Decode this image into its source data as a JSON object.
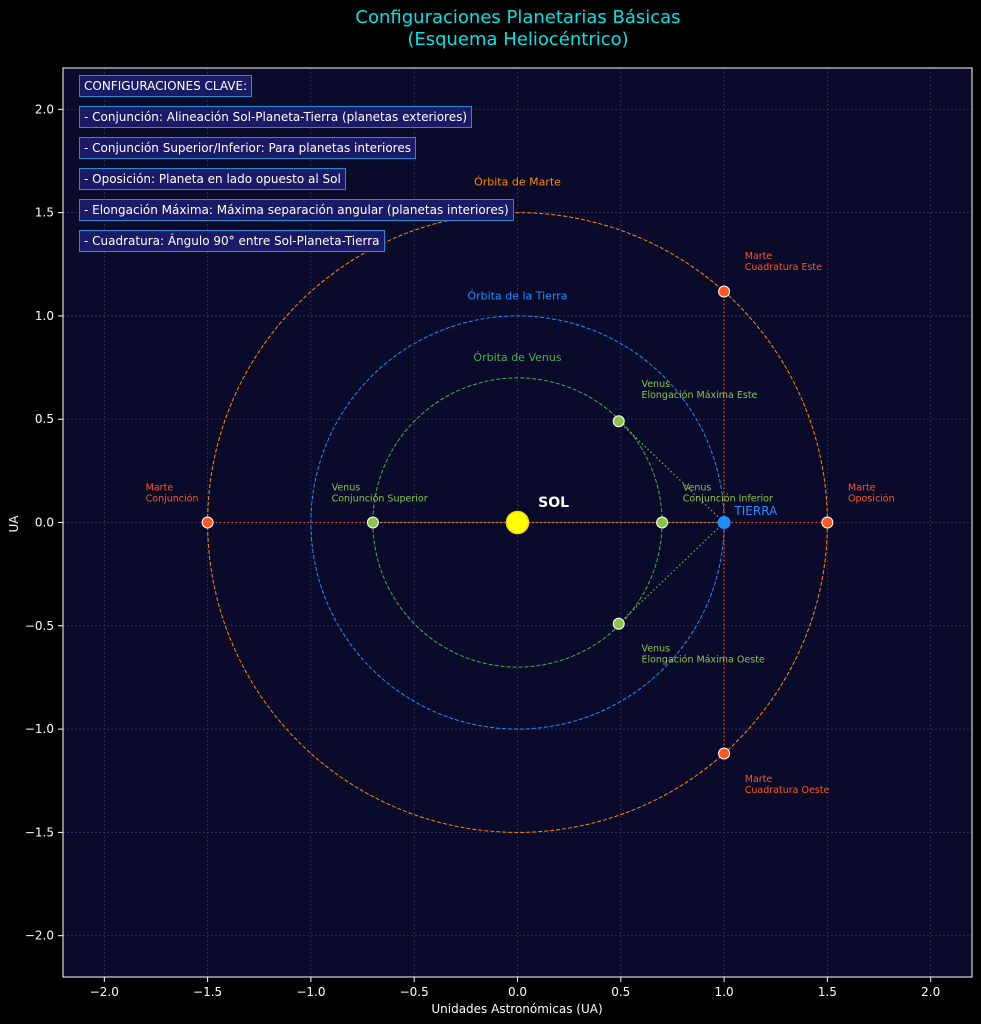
{
  "title_line1": "Configuraciones Planetarias Básicas",
  "title_line2": "(Esquema Heliocéntrico)",
  "info_boxes": [
    "CONFIGURACIONES CLAVE:",
    "- Conjunción: Alineación Sol-Planeta-Tierra (planetas exteriores)",
    "- Conjunción Superior/Inferior: Para planetas interiores",
    "- Oposición: Planeta en lado opuesto al Sol",
    "- Elongación Máxima: Máxima separación angular (planetas interiores)",
    "- Cuadratura: Ángulo 90° entre Sol-Planeta-Tierra"
  ],
  "chart_data": {
    "type": "scatter",
    "xlabel": "Unidades Astronómicas (UA)",
    "ylabel": "UA",
    "xlim": [
      -2.2,
      2.2
    ],
    "ylim": [
      -2.2,
      2.2
    ],
    "xticks": [
      -2.0,
      -1.5,
      -1.0,
      -0.5,
      0.0,
      0.5,
      1.0,
      1.5,
      2.0
    ],
    "yticks": [
      -2.0,
      -1.5,
      -1.0,
      -0.5,
      0.0,
      0.5,
      1.0,
      1.5,
      2.0
    ],
    "xtick_labels": [
      "−2.0",
      "−1.5",
      "−1.0",
      "−0.5",
      "0.0",
      "0.5",
      "1.0",
      "1.5",
      "2.0"
    ],
    "ytick_labels": [
      "−2.0",
      "−1.5",
      "−1.0",
      "−0.5",
      "0.0",
      "0.5",
      "1.0",
      "1.5",
      "2.0"
    ],
    "grid": true,
    "colors": {
      "background": "#0a0a2a",
      "title": "#00e5e5",
      "mars": "#ff5722",
      "mars_orbit": "#ff8c00",
      "earth": "#1e90ff",
      "venus": "#8bc34a",
      "venus_orbit": "#4caf50",
      "sun": "#ffff00",
      "axis_text": "#ffffff"
    },
    "orbits": [
      {
        "id": "venus",
        "radius": 0.7,
        "label": "Órbita de Venus",
        "label_pos": [
          0,
          0.8
        ],
        "color": "#4caf50"
      },
      {
        "id": "earth",
        "radius": 1.0,
        "label": "Órbita de la Tierra",
        "label_pos": [
          0,
          1.1
        ],
        "color": "#1e90ff"
      },
      {
        "id": "mars",
        "radius": 1.5,
        "label": "Órbita de Marte",
        "label_pos": [
          0,
          1.65
        ],
        "color": "#ff8c00"
      }
    ],
    "sun": {
      "x": 0,
      "y": 0,
      "label": "SOL",
      "label_pos": [
        0.1,
        0.1
      ]
    },
    "earth": {
      "x": 1.0,
      "y": 0,
      "label": "TIERRA",
      "label_pos": [
        1.05,
        0.06
      ]
    },
    "points": [
      {
        "id": "mars-conjunction",
        "x": -1.5,
        "y": 0,
        "color": "#ff5722",
        "label1": "Marte",
        "label2": "Conjunción",
        "label_pos": [
          -1.8,
          0.15
        ]
      },
      {
        "id": "mars-opposition",
        "x": 1.5,
        "y": 0,
        "color": "#ff5722",
        "label1": "Marte",
        "label2": "Oposición",
        "label_pos": [
          1.6,
          0.15
        ]
      },
      {
        "id": "mars-quadrature-east",
        "x": 1.0,
        "y": 1.118,
        "color": "#ff5722",
        "label1": "Marte",
        "label2": "Cuadratura Este",
        "label_pos": [
          1.1,
          1.27
        ]
      },
      {
        "id": "mars-quadrature-west",
        "x": 1.0,
        "y": -1.118,
        "color": "#ff5722",
        "label1": "Marte",
        "label2": "Cuadratura Oeste",
        "label_pos": [
          1.1,
          -1.26
        ]
      },
      {
        "id": "venus-superior-conjunction",
        "x": -0.7,
        "y": 0,
        "color": "#8bc34a",
        "label1": "Venus",
        "label2": "Conjunción Superior",
        "label_pos": [
          -0.9,
          0.15
        ]
      },
      {
        "id": "venus-inferior-conjunction",
        "x": 0.7,
        "y": 0,
        "color": "#8bc34a",
        "label1": "Venus",
        "label2": "Conjunción Inferior",
        "label_pos": [
          0.8,
          0.15
        ]
      },
      {
        "id": "venus-max-elongation-east",
        "x": 0.49,
        "y": 0.49,
        "color": "#8bc34a",
        "label1": "Venus",
        "label2": "Elongación Máxima Este",
        "label_pos": [
          0.6,
          0.65
        ]
      },
      {
        "id": "venus-max-elongation-west",
        "x": 0.49,
        "y": -0.49,
        "color": "#8bc34a",
        "label1": "Venus",
        "label2": "Elongación Máxima Oeste",
        "label_pos": [
          0.6,
          -0.63
        ]
      }
    ],
    "lines": [
      {
        "from": [
          -1.5,
          0
        ],
        "to": [
          1.5,
          0
        ],
        "color": "#ff5722"
      },
      {
        "from": [
          1.0,
          1.118
        ],
        "to": [
          1.0,
          -1.118
        ],
        "color": "#ff5722"
      },
      {
        "from": [
          -0.7,
          0
        ],
        "to": [
          1.0,
          0
        ],
        "color": "#8bc34a"
      },
      {
        "from": [
          0.49,
          0.49
        ],
        "to": [
          1.0,
          0
        ],
        "color": "#8bc34a"
      },
      {
        "from": [
          0.49,
          -0.49
        ],
        "to": [
          1.0,
          0
        ],
        "color": "#8bc34a"
      }
    ]
  }
}
